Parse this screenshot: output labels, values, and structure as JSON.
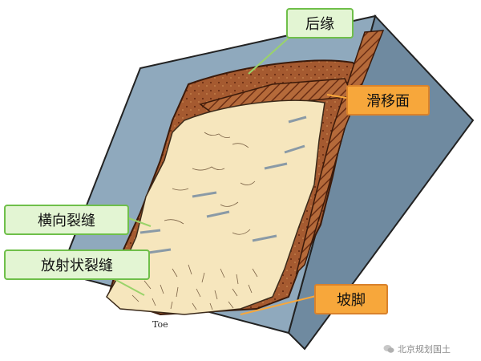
{
  "labels": {
    "back_edge": "后缘",
    "slip_surface": "滑移面",
    "transverse_cracks": "横向裂缝",
    "radial_cracks": "放射状裂缝",
    "toe_cn": "坡脚",
    "toe_en": "Toe"
  },
  "watermark": "北京规划国土",
  "colors": {
    "slope_face": "#8aa4b8",
    "slope_side": "#6f8aa0",
    "scarp": "#a0522d",
    "slip_stripes": "#7a3b1e",
    "landslide_body": "#f5e3b5",
    "label_green_bg": "#e3f5d3",
    "label_green_border": "#6fbf4a",
    "label_orange_bg": "#f7a73b",
    "label_orange_border": "#d9822b"
  }
}
